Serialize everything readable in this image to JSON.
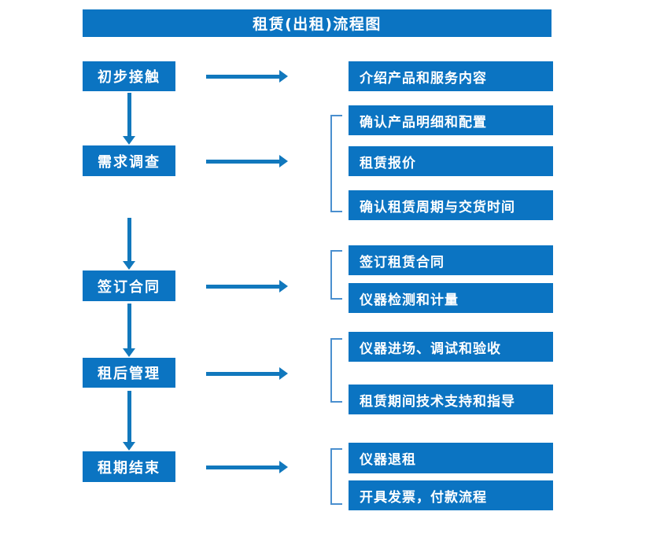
{
  "diagram": {
    "title": "租赁(出租)流程图",
    "accent_color": "#0b74c2",
    "arrow_color": "#1178bd",
    "bracket_color": "#4a8fcf",
    "text_color": "#ffffff",
    "background_color": "#ffffff"
  },
  "stages": [
    {
      "id": "stage-1",
      "label": "初步接触"
    },
    {
      "id": "stage-2",
      "label": "需求调查"
    },
    {
      "id": "stage-3",
      "label": "签订合同"
    },
    {
      "id": "stage-4",
      "label": "租后管理"
    },
    {
      "id": "stage-5",
      "label": "租期结束"
    }
  ],
  "details": {
    "group1": [
      {
        "label": "介绍产品和服务内容"
      }
    ],
    "group2": [
      {
        "label": "确认产品明细和配置"
      },
      {
        "label": "租赁报价"
      },
      {
        "label": "确认租赁周期与交货时间"
      }
    ],
    "group3": [
      {
        "label": "签订租赁合同"
      },
      {
        "label": "仪器检测和计量"
      }
    ],
    "group4": [
      {
        "label": "仪器进场、调试和验收"
      },
      {
        "label": "租赁期间技术支持和指导"
      }
    ],
    "group5": [
      {
        "label": "仪器退租"
      },
      {
        "label": "开具发票，付款流程"
      }
    ]
  },
  "connectors": {
    "vertical_arrows": 4,
    "horizontal_arrows": 5,
    "brackets": 4
  }
}
